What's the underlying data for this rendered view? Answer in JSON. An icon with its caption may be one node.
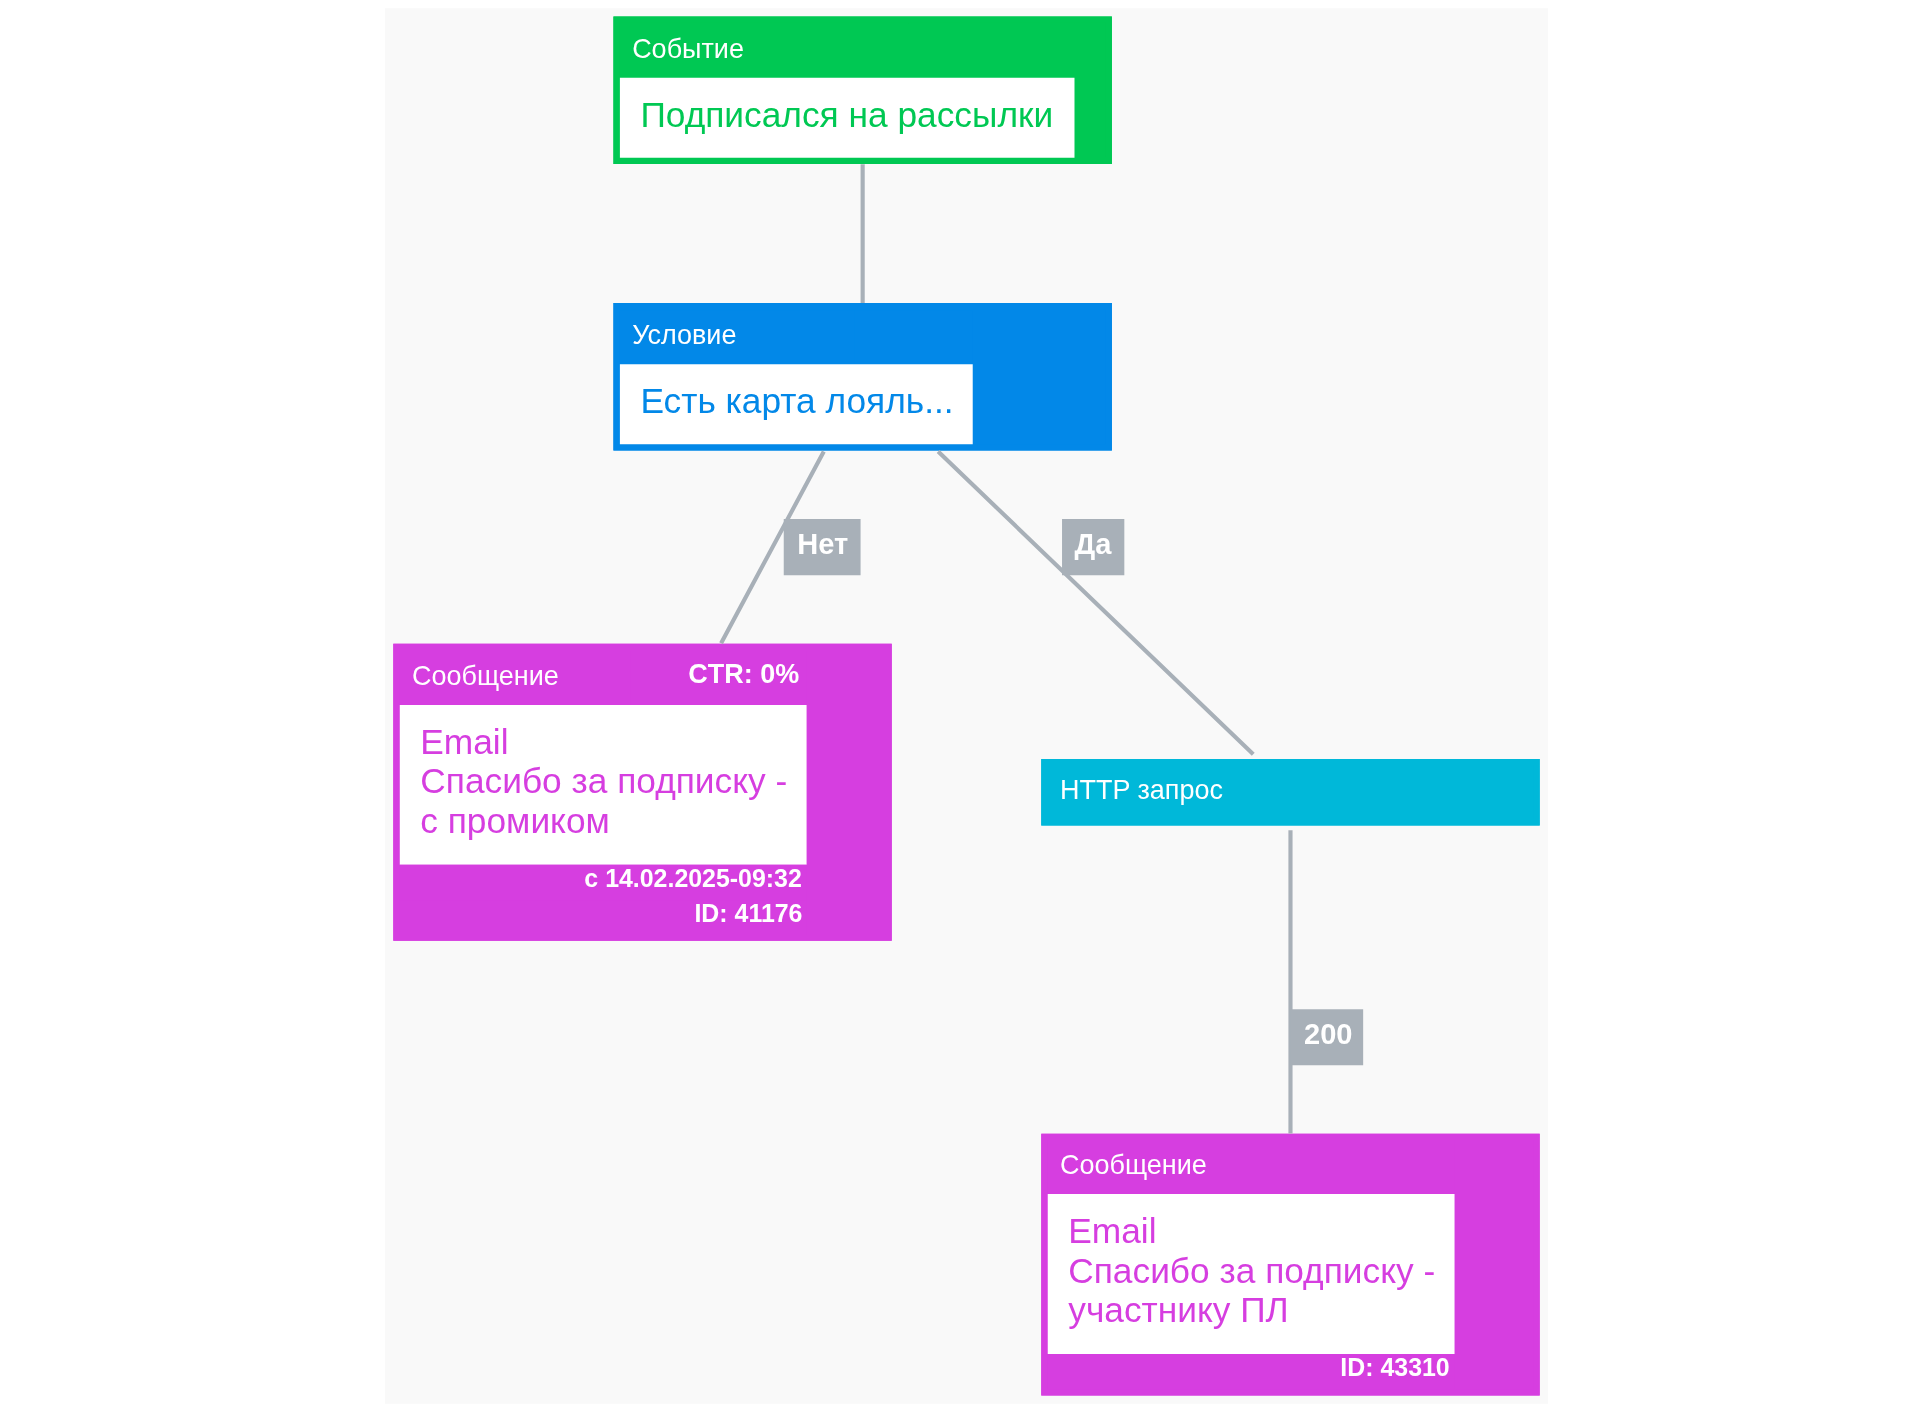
{
  "diagram": {
    "nodes": [
      {
        "text": [
          "Событие",
          "Подписался на рассылки"
        ]
      },
      {
        "text": [
          "Условие",
          "Есть карта лояль..."
        ]
      },
      {
        "text": [
          "Сообщение",
          "CTR: 0%",
          "Email",
          "Спасибо за подписку - с промиком",
          "с 14.02.2025-09:32",
          "ID: 41176"
        ]
      },
      {
        "text": [
          "HTTP запрос"
        ]
      },
      {
        "text": [
          "Сообщение",
          "Email",
          "Спасибо за подписку - участнику ПЛ",
          "ID: 43310"
        ]
      }
    ],
    "edges": [
      {
        "from": 0,
        "to": 1,
        "arrow": "none"
      },
      {
        "from": 1,
        "to": 2,
        "label": "Нет",
        "arrow": "none"
      },
      {
        "from": 1,
        "to": 3,
        "label": "Да",
        "arrow": "none"
      },
      {
        "from": 3,
        "to": 4,
        "label": "200",
        "arrow": "none"
      }
    ]
  }
}
